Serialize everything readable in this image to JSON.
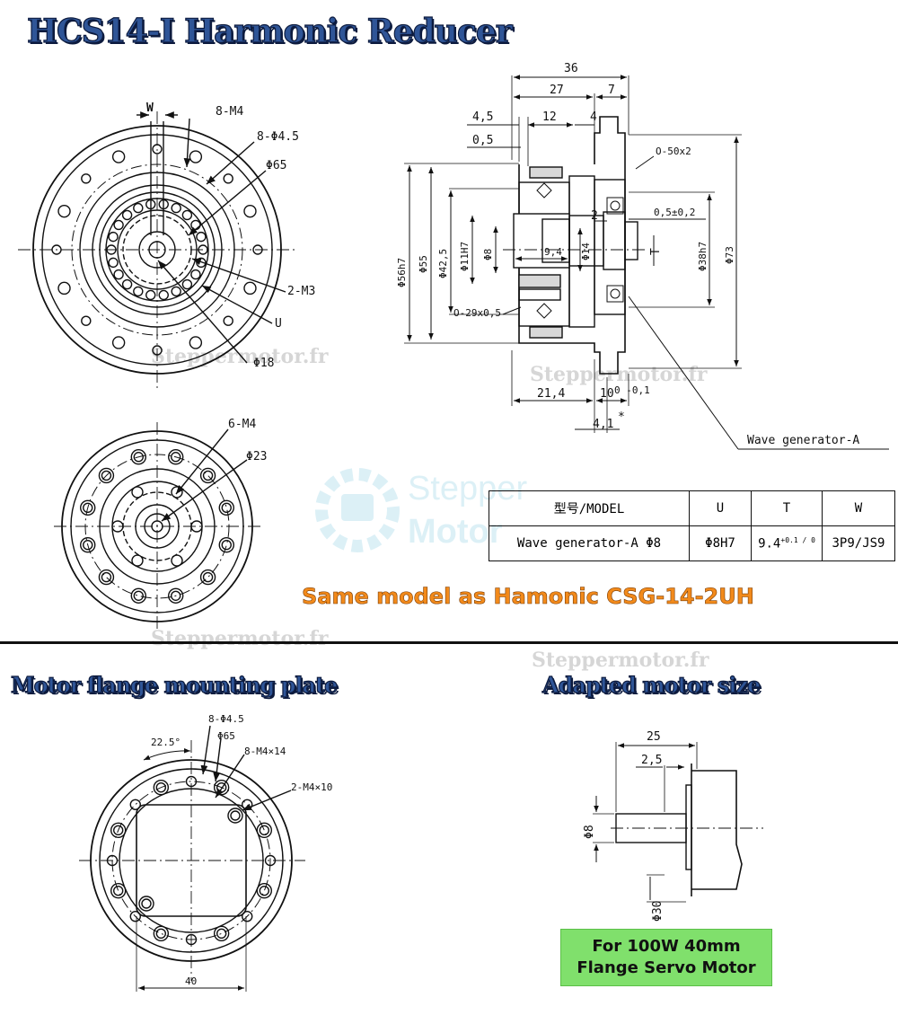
{
  "titles": {
    "main": "HCS14-I Harmonic Reducer",
    "flange_plate": "Motor flange mounting plate",
    "adapted_motor": "Adapted motor size"
  },
  "front_view": {
    "w_label": "W",
    "holes_m4": "8-M4",
    "holes_d45": "8-Φ4.5",
    "d65": "Φ65",
    "m3": "2-M3",
    "u": "U",
    "d18": "Φ18"
  },
  "section_view": {
    "dim_36": "36",
    "dim_27": "27",
    "dim_7": "7",
    "dim_45": "4,5",
    "dim_12": "12",
    "dim_4": "4",
    "dim_05": "0,5",
    "oring_50": "O-50x2",
    "dim_2": "2",
    "dim_05tol": "0,5±0,2",
    "d56": "Φ56h7",
    "d55": "Φ55",
    "d425": "Φ42,5",
    "d11": "Φ11H7",
    "d8": "Φ8",
    "dim_94": "9,4",
    "d14": "Φ14",
    "t": "T",
    "d38": "Φ38h7",
    "d73": "Φ73",
    "oring_29": "O-29x0,5",
    "dim_214": "21,4",
    "dim_10": "10",
    "tol_10": "0\n-0,1",
    "dim_41": "4,1",
    "star": "*",
    "wave_label": "Wave generator-A"
  },
  "back_view": {
    "m4": "6-M4",
    "d23": "Φ23"
  },
  "table": {
    "headers": [
      "型号/MODEL",
      "U",
      "T",
      "W"
    ],
    "row": [
      "Wave generator-A Φ8",
      "Φ8H7",
      "9.4",
      "3P9/JS9"
    ],
    "t_tolerance": "+0.1 / 0"
  },
  "same_model": "Same model as Hamonic CSG-14-2UH",
  "flange": {
    "angle": "22.5°",
    "holes_d45": "8-Φ4.5",
    "d65": "Φ65",
    "m4x14": "8-M4×14",
    "m4x10": "2-M4×10",
    "width": "40"
  },
  "motor": {
    "dim_25": "25",
    "dim_25b": "2,5",
    "d8": "Φ8",
    "d30": "Φ30"
  },
  "badge": {
    "line1": "For 100W 40mm",
    "line2": "Flange Servo Motor"
  },
  "watermark": "Steppermotor.fr",
  "logo_text": [
    "Stepper",
    "Motor"
  ]
}
